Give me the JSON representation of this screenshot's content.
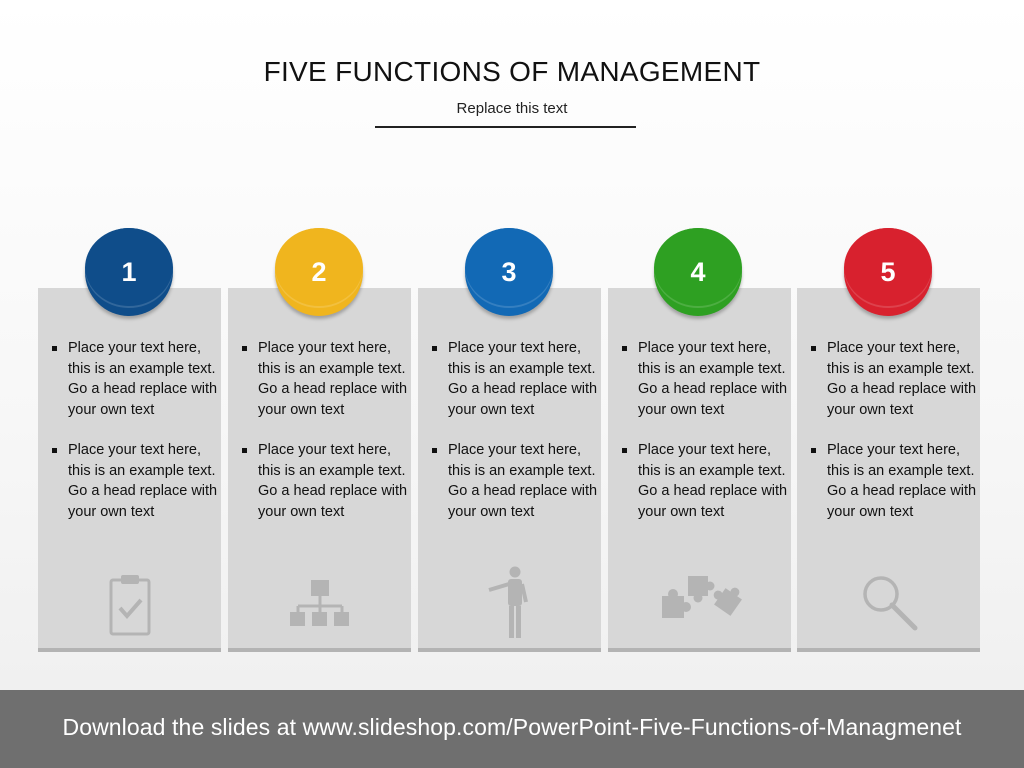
{
  "title": "FIVE FUNCTIONS OF MANAGEMENT",
  "subtitle": "Replace this text",
  "colors": {
    "card_bg": "#d7d7d7",
    "icon": "#b4b4b4",
    "footer_bg": "#6f6f6f",
    "circles": [
      "#0f4d8a",
      "#f0b51e",
      "#1269b5",
      "#2ea022",
      "#d8212e"
    ]
  },
  "columns": [
    {
      "number": "1",
      "bullets": [
        "Place your text here, this is an example text. Go a head replace with your own text",
        "Place your text here, this is an example text. Go a head replace with your own text"
      ],
      "icon": "clipboard-check-icon"
    },
    {
      "number": "2",
      "bullets": [
        "Place your text here, this is an example text. Go a head replace with your own text",
        "Place your text here, this is an example text. Go a head replace with your own text"
      ],
      "icon": "org-chart-icon"
    },
    {
      "number": "3",
      "bullets": [
        "Place your text here, this is an example text. Go a head replace with your own text",
        "Place your text here, this is an example text. Go a head replace with your own text"
      ],
      "icon": "presenter-person-icon"
    },
    {
      "number": "4",
      "bullets": [
        "Place your text here, this is an example text. Go a head replace with your own text",
        "Place your text here, this is an example text. Go a head replace with your own text"
      ],
      "icon": "puzzle-pieces-icon"
    },
    {
      "number": "5",
      "bullets": [
        "Place your text here, this is an example text. Go a head replace with your own text",
        "Place your text here, this is an example text. Go a head replace with your own text"
      ],
      "icon": "magnifier-icon"
    }
  ],
  "footer": "Download the slides at www.slideshop.com/PowerPoint-Five-Functions-of-Managmenet"
}
